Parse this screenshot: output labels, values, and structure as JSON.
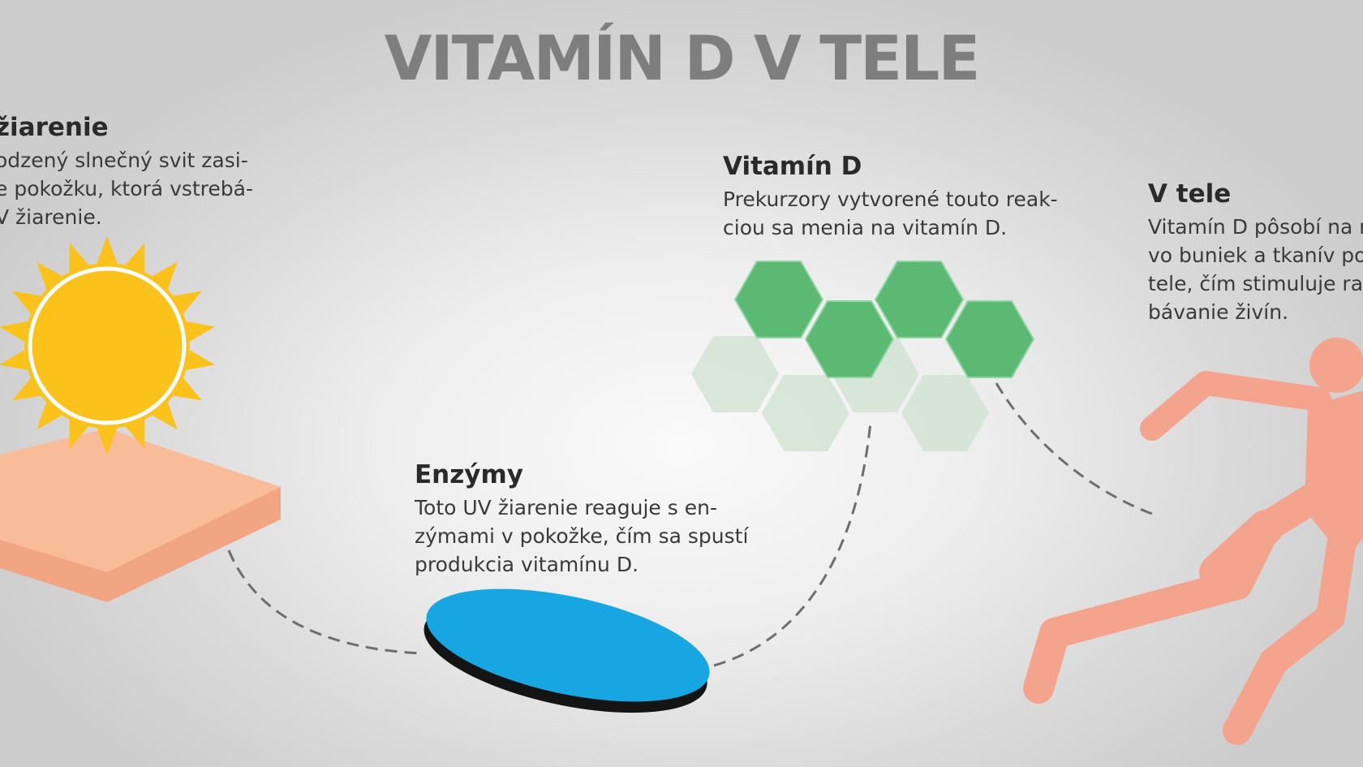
{
  "title": "VITAMÍN D V TELE",
  "steps": [
    {
      "id": "uv",
      "heading": "žiarenie",
      "lines": [
        "odzený slnečný svit zasi-",
        "e pokožku, ktorá vstrebá-",
        "V žiarenie."
      ]
    },
    {
      "id": "enzymes",
      "heading": "Enzýmy",
      "lines": [
        "Toto UV žiarenie reaguje s en-",
        "zýmami v pokožke, čím sa spustí",
        "produkcia vitamínu D."
      ]
    },
    {
      "id": "vitamin",
      "heading": "Vitamín D",
      "lines": [
        "Prekurzory vytvorené touto reak-",
        "ciou sa menia na vitamín D."
      ]
    },
    {
      "id": "body",
      "heading": "V tele",
      "lines": [
        "Vitamín D pôsobí na r",
        "vo buniek a tkanív po",
        "tele, čím stimuluje ras",
        "bávanie živín."
      ]
    }
  ],
  "colors": {
    "title": "#7e7e7e",
    "sun": "#fbc21b",
    "skin_top": "#f8bd98",
    "skin_side": "#f2a583",
    "enzyme": "#18a6e2",
    "enzyme_rim": "#141414",
    "hex_dark": "#5cb974",
    "hex_light": "#cfe2d2",
    "runner": "#f4a48d",
    "connector": "#6e6e6e"
  },
  "icons": [
    "sun-icon",
    "skin-layer-icon",
    "enzyme-disc-icon",
    "molecule-hexagons-icon",
    "runner-icon"
  ]
}
